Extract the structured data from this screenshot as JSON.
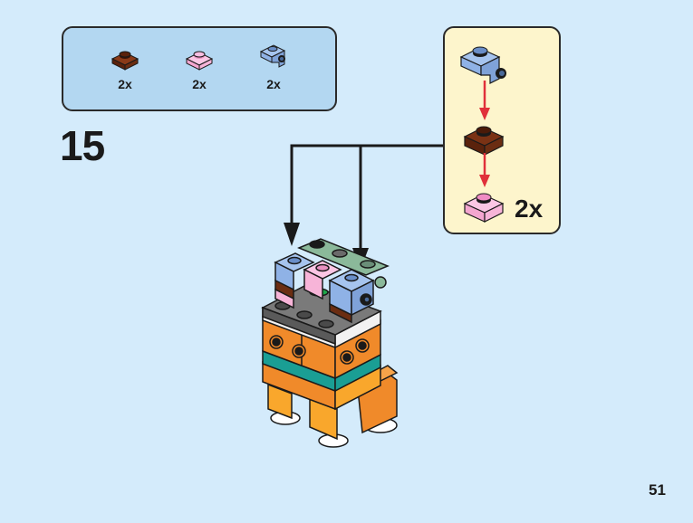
{
  "page": {
    "step_number": "15",
    "page_number": "51"
  },
  "parts_list": {
    "items": [
      {
        "name": "plate-1x1-reddish-brown",
        "color": "#6b2d12",
        "qty": "2x"
      },
      {
        "name": "plate-1x1-bright-pink",
        "color": "#f7b4d8",
        "qty": "2x"
      },
      {
        "name": "bracket-1x1-medium-blue",
        "color": "#8fb2e6",
        "qty": "2x"
      }
    ]
  },
  "sub_assembly": {
    "qty": "2x",
    "sequence": [
      "bracket-1x1-medium-blue",
      "plate-1x1-reddish-brown",
      "plate-1x1-bright-pink"
    ]
  },
  "colors": {
    "background": "#d4ebfb",
    "parts_box": "#b3d7f1",
    "sub_box": "#fdf5cc",
    "arrow_red": "#e0303a",
    "orange": "#f08a2a",
    "bright_orange": "#f9a72c",
    "dark_gray": "#6a6a6a",
    "sand_green": "#8bb99a",
    "teal": "#1a9e94"
  }
}
